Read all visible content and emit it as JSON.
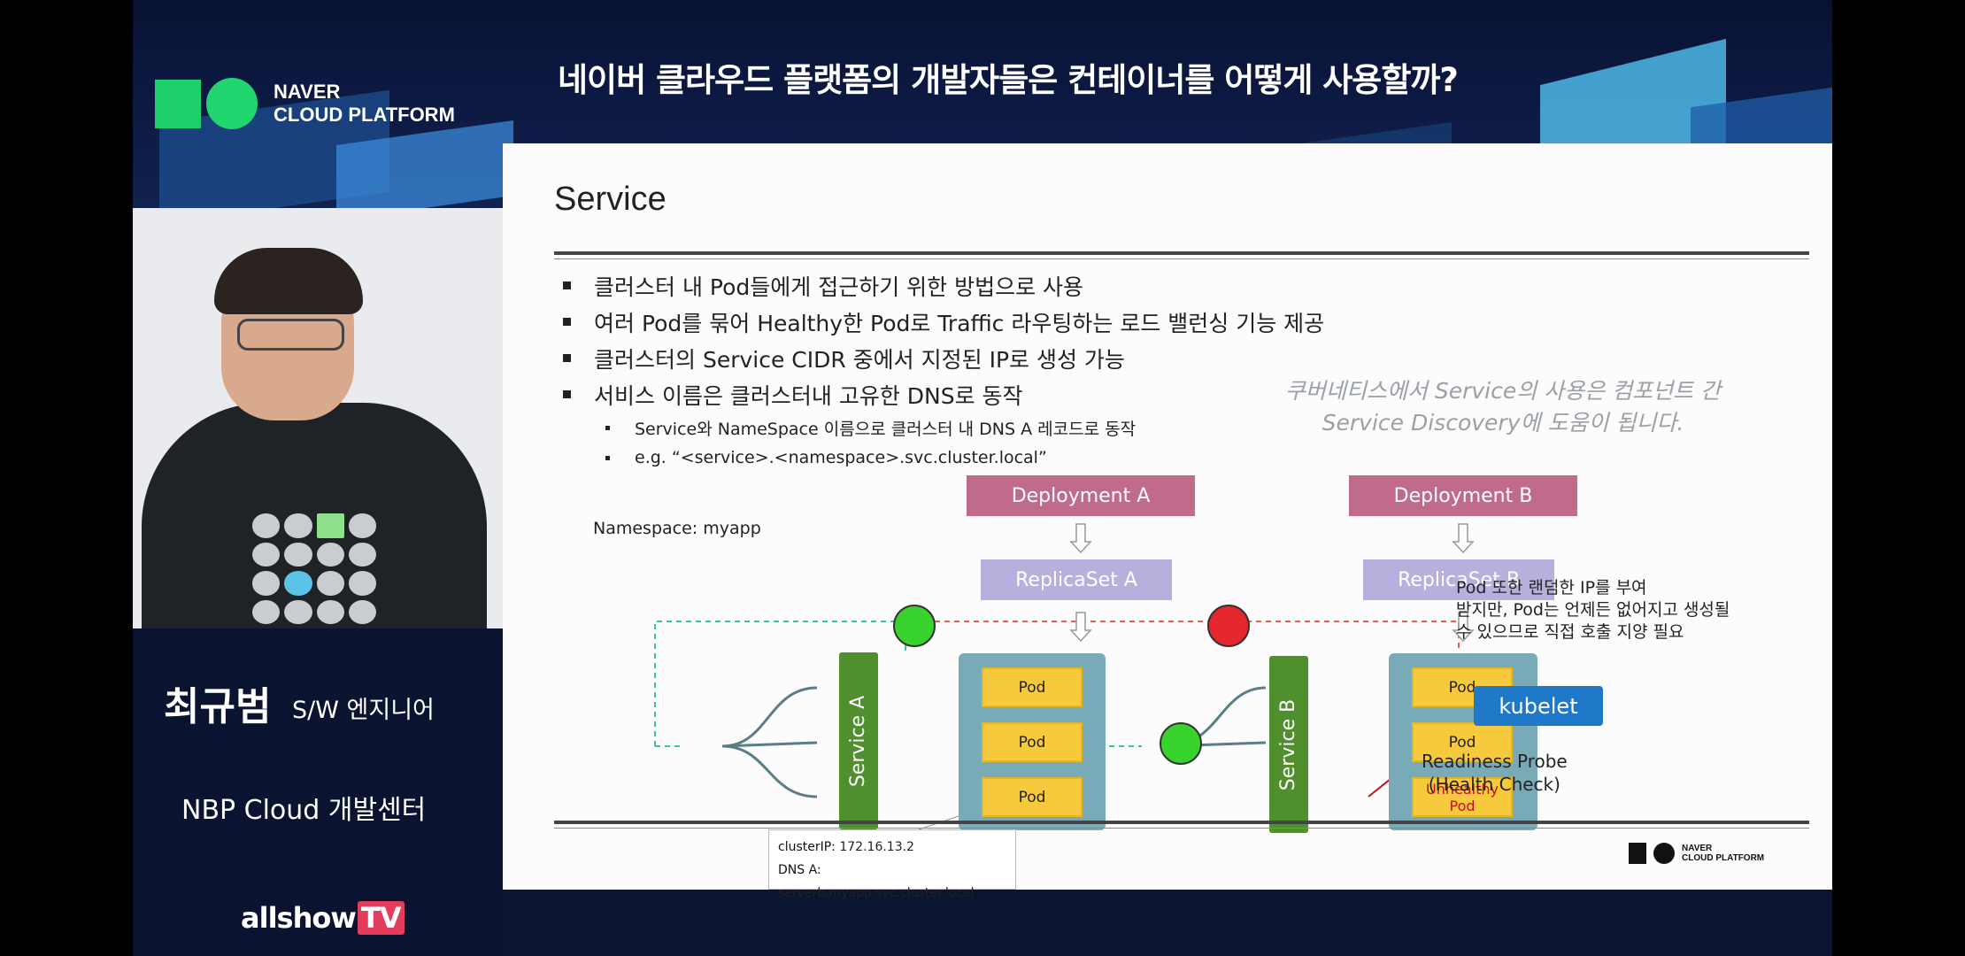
{
  "header": {
    "logo_line1": "NAVER",
    "logo_line2": "CLOUD PLATFORM",
    "title": "네이버 클라우드 플랫폼의 개발자들은 컨테이너를 어떻게 사용할까?"
  },
  "speaker": {
    "name": "최규범",
    "role": "S/W 엔지니어",
    "dept": "NBP Cloud 개발센터",
    "channel": "allshow",
    "channel_tv": "TV"
  },
  "slide": {
    "title": "Service",
    "bullets": [
      "클러스터 내 Pod들에게 접근하기 위한 방법으로 사용",
      "여러 Pod를 묶어 Healthy한 Pod로 Traffic 라우팅하는 로드 밸런싱 기능 제공",
      "클러스터의 Service CIDR 중에서 지정된 IP로 생성 가능",
      "서비스 이름은 클러스터내 고유한 DNS로 동작"
    ],
    "sub_bullets": [
      "Service와 NameSpace 이름으로 클러스터 내 DNS A 레코드로 동작",
      "e.g. “<service>.<namespace>.svc.cluster.local”"
    ],
    "note_line1": "쿠버네티스에서 Service의 사용은 컴포넌트 간",
    "note_line2": "Service Discovery에 도움이 됩니다.",
    "diagram": {
      "namespace": "Namespace: myapp",
      "deployment_a": "Deployment A",
      "deployment_b": "Deployment B",
      "replicaset_a": "ReplicaSet A",
      "replicaset_b": "ReplicaSet B",
      "service_a": "Service A",
      "service_b": "Service B",
      "pod": "Pod",
      "unhealthy_line1": "Unhealthy",
      "unhealthy_line2": "Pod",
      "kubelet": "kubelet",
      "side_note_line1": "Pod 또한 랜덤한 IP를 부여",
      "side_note_line2": "받지만, Pod는 언제든 없어지고 생성될",
      "side_note_line3": "수 있으므로 직접 호출 지양 필요",
      "probe_line1": "Readiness Probe",
      "probe_line2": "(Health Check)",
      "cluster_ip_label": "clusterIP:",
      "cluster_ip": "172.16.13.2",
      "dns_label": "DNS A:",
      "dns": "serverb.myapp.svc.cluster.local"
    },
    "footer_logo_line1": "NAVER",
    "footer_logo_line2": "CLOUD PLATFORM"
  },
  "colors": {
    "deployment": "#c06a8c",
    "replicaset": "#b6b1dc",
    "service": "#4f8f2e",
    "pod": "#f7c93d",
    "kubelet": "#1f79c8",
    "healthy": "#38d42d",
    "unhealthy": "#e5262d"
  }
}
